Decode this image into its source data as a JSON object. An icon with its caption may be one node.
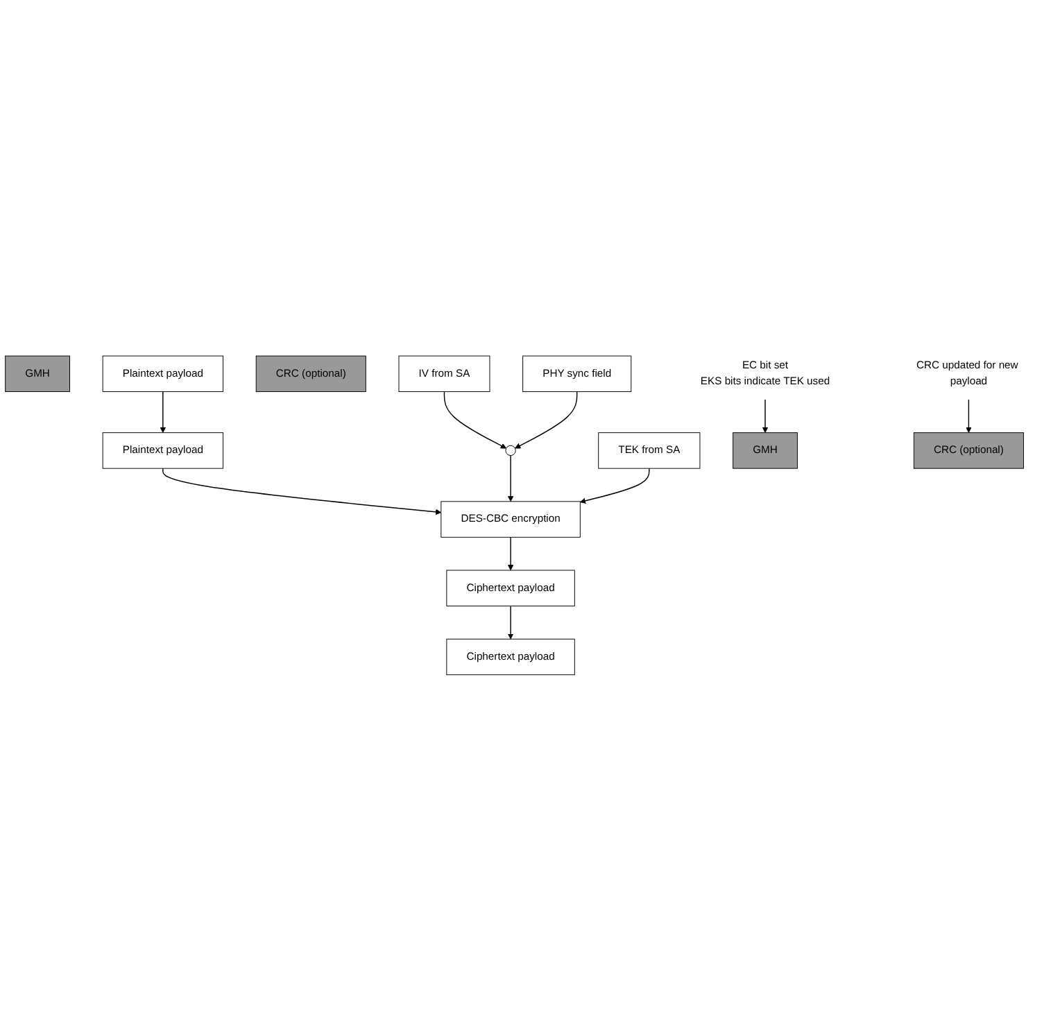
{
  "diagram": {
    "nodes": [
      {
        "text": [
          "GMH"
        ]
      },
      {
        "text": [
          "Plaintext payload"
        ]
      },
      {
        "text": [
          "CRC (optional)"
        ]
      },
      {
        "text": [
          "Plaintext payload"
        ]
      },
      {
        "text": [
          "IV from SA"
        ]
      },
      {
        "text": [],
        "shape": "circle"
      },
      {
        "text": [
          "DES-CBC encryption"
        ]
      },
      {
        "text": [
          "TEK from SA"
        ]
      },
      {
        "text": [
          "PHY sync field"
        ]
      },
      {
        "text": [
          "Ciphertext payload"
        ]
      },
      {
        "text": [
          "GMH"
        ]
      },
      {
        "text": [
          "Ciphertext payload"
        ]
      },
      {
        "text": [
          "CRC (optional)"
        ]
      },
      {
        "text": [
          "EC bit set",
          "EKS bits indicate TEK used"
        ]
      },
      {
        "text": [
          "CRC updated for new payload"
        ]
      }
    ],
    "edges": [
      {
        "from": 1,
        "to": 3,
        "arrow": "to"
      },
      {
        "from": 3,
        "to": 6,
        "arrow": "to"
      },
      {
        "from": 4,
        "to": 5,
        "arrow": "to"
      },
      {
        "from": 8,
        "to": 5,
        "arrow": "to"
      },
      {
        "from": 5,
        "to": 6,
        "arrow": "to"
      },
      {
        "from": 7,
        "to": 6,
        "arrow": "to"
      },
      {
        "from": 6,
        "to": 9,
        "arrow": "to"
      },
      {
        "from": 9,
        "to": 11,
        "arrow": "to"
      },
      {
        "from": 13,
        "to": 10,
        "arrow": "to"
      },
      {
        "from": 14,
        "to": 12,
        "arrow": "to"
      }
    ]
  }
}
